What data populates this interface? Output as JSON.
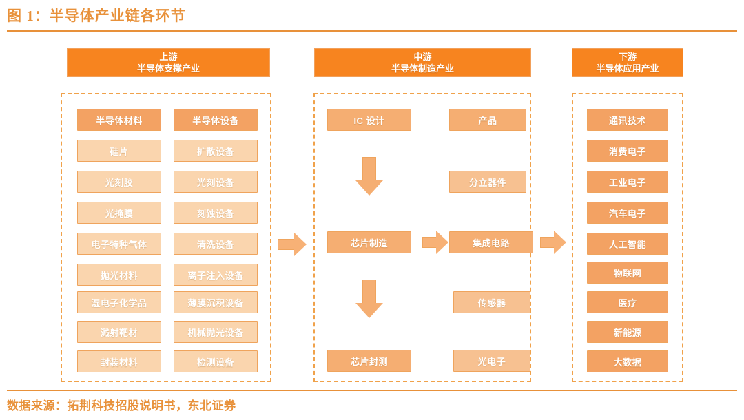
{
  "figure": {
    "title": "图 1：半导体产业链各环节",
    "source": "数据来源：拓荆科技招股说明书，东北证券",
    "accent_color": "#E8913A",
    "header_fill": "#F7841F",
    "box_fill_light": "#FAD5AE",
    "box_fill_dark": "#F3A263",
    "dash_border_color": "#F0A24B"
  },
  "sections": {
    "upstream": {
      "title_line1": "上游",
      "title_line2": "半导体支撑产业",
      "columns": [
        {
          "name": "materials",
          "head": "半导体材料",
          "items": [
            "硅片",
            "光刻胶",
            "光掩膜",
            "电子特种气体",
            "抛光材料",
            "湿电子化学品",
            "溅射靶材",
            "封装材料"
          ]
        },
        {
          "name": "equipment",
          "head": "半导体设备",
          "items": [
            "扩散设备",
            "光刻设备",
            "刻蚀设备",
            "清洗设备",
            "离子注入设备",
            "薄膜沉积设备",
            "机械抛光设备",
            "检测设备"
          ]
        }
      ]
    },
    "midstream": {
      "title_line1": "中游",
      "title_line2": "半导体制造产业",
      "process": [
        "IC 设计",
        "芯片制造",
        "芯片封测"
      ],
      "products_head": "产品",
      "products": [
        "分立器件",
        "集成电路",
        "传感器",
        "光电子"
      ]
    },
    "downstream": {
      "title_line1": "下游",
      "title_line2": "半导体应用产业",
      "items": [
        "通讯技术",
        "消费电子",
        "工业电子",
        "汽车电子",
        "人工智能",
        "物联网",
        "医疗",
        "新能源",
        "大数据"
      ]
    }
  },
  "connectors": {
    "upstream_to_midstream": "arrow-right",
    "design_to_fab": "arrow-down",
    "fab_to_package": "arrow-down",
    "fab_to_ic": "arrow-right",
    "ic_to_downstream": "arrow-right"
  }
}
